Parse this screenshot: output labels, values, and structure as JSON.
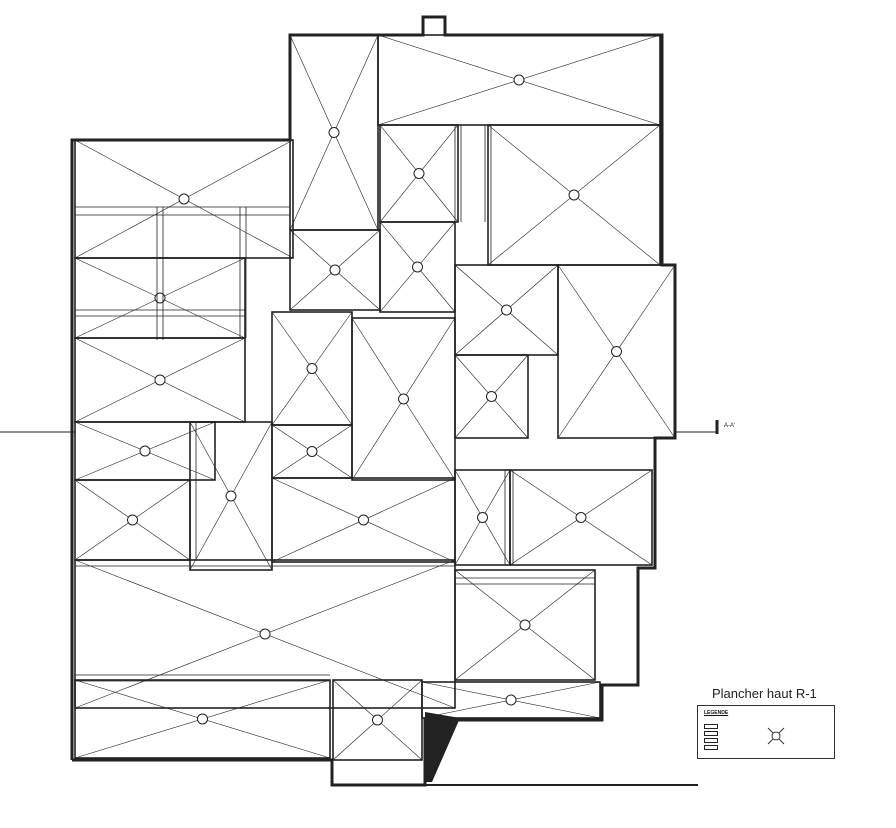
{
  "drawing": {
    "title": "Plancher haut R-1",
    "section_marker": "A-A'"
  },
  "legend": {
    "heading": "LEGENDE"
  },
  "colors": {
    "line": "#222222",
    "background": "#ffffff"
  }
}
